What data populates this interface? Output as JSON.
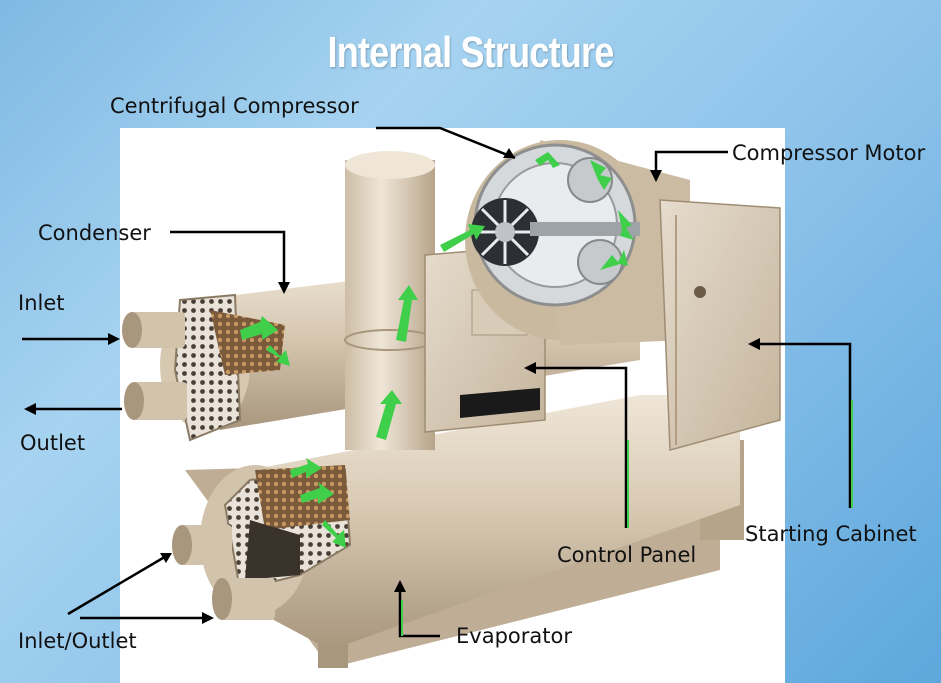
{
  "title": "Internal Structure",
  "labels": {
    "centrifugal_compressor": "Centrifugal Compressor",
    "compressor_motor": "Compressor Motor",
    "condenser": "Condenser",
    "inlet": "Inlet",
    "outlet": "Outlet",
    "starting_cabinet": "Starting Cabinet",
    "control_panel": "Control Panel",
    "inlet_outlet": "Inlet/Outlet",
    "evaporator": "Evaporator"
  },
  "colors": {
    "background": "#8cc2ea",
    "title": "#ffffff",
    "machine": "#d9cbb6",
    "flow_arrow": "#3fcf4a",
    "leader_line": "#000000"
  }
}
